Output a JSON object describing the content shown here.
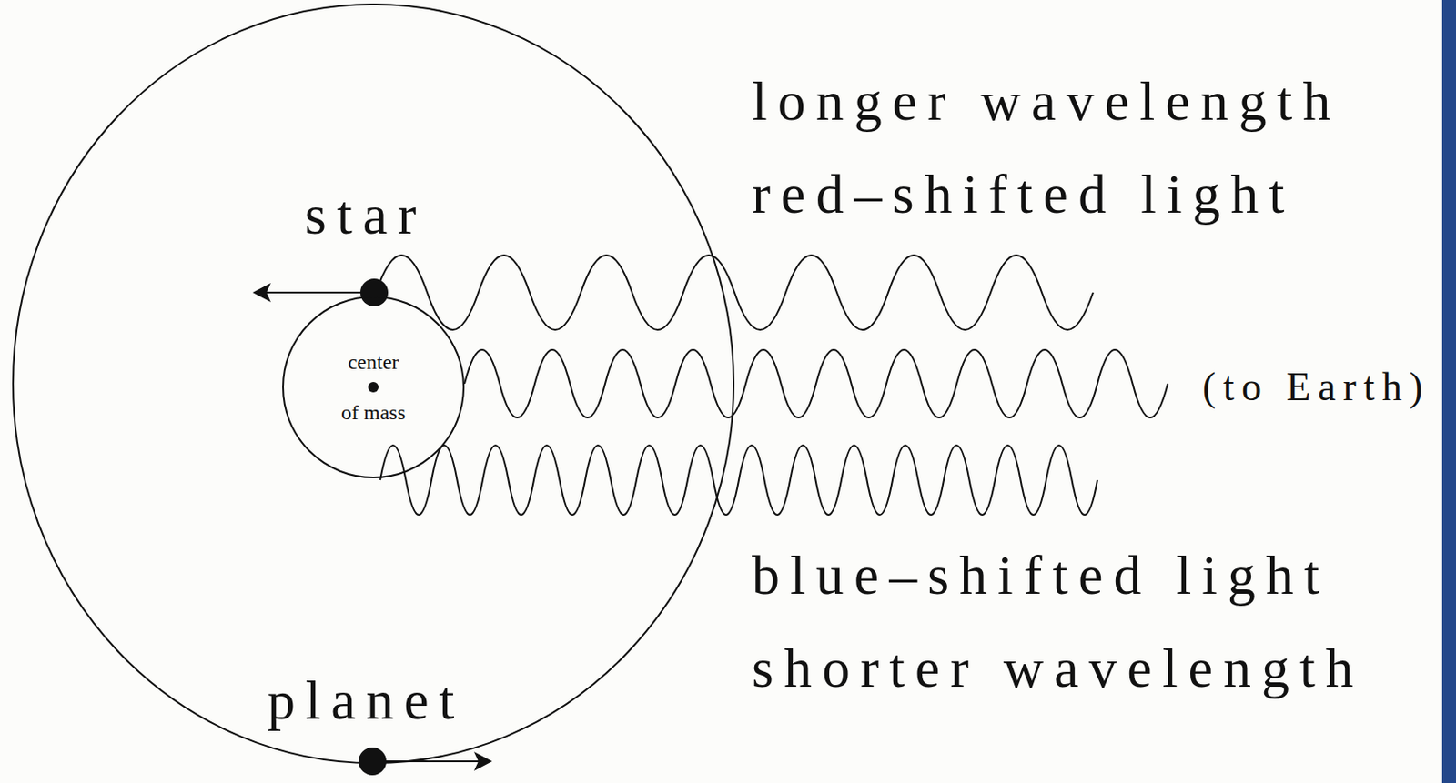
{
  "diagram": {
    "nodes": [
      {
        "text": [
          "center of mass"
        ]
      }
    ],
    "labels": [
      "longer wavelength",
      "red–shifted light",
      "star",
      "(to Earth)",
      "blue–shifted light",
      "shorter wavelength",
      "planet"
    ]
  }
}
